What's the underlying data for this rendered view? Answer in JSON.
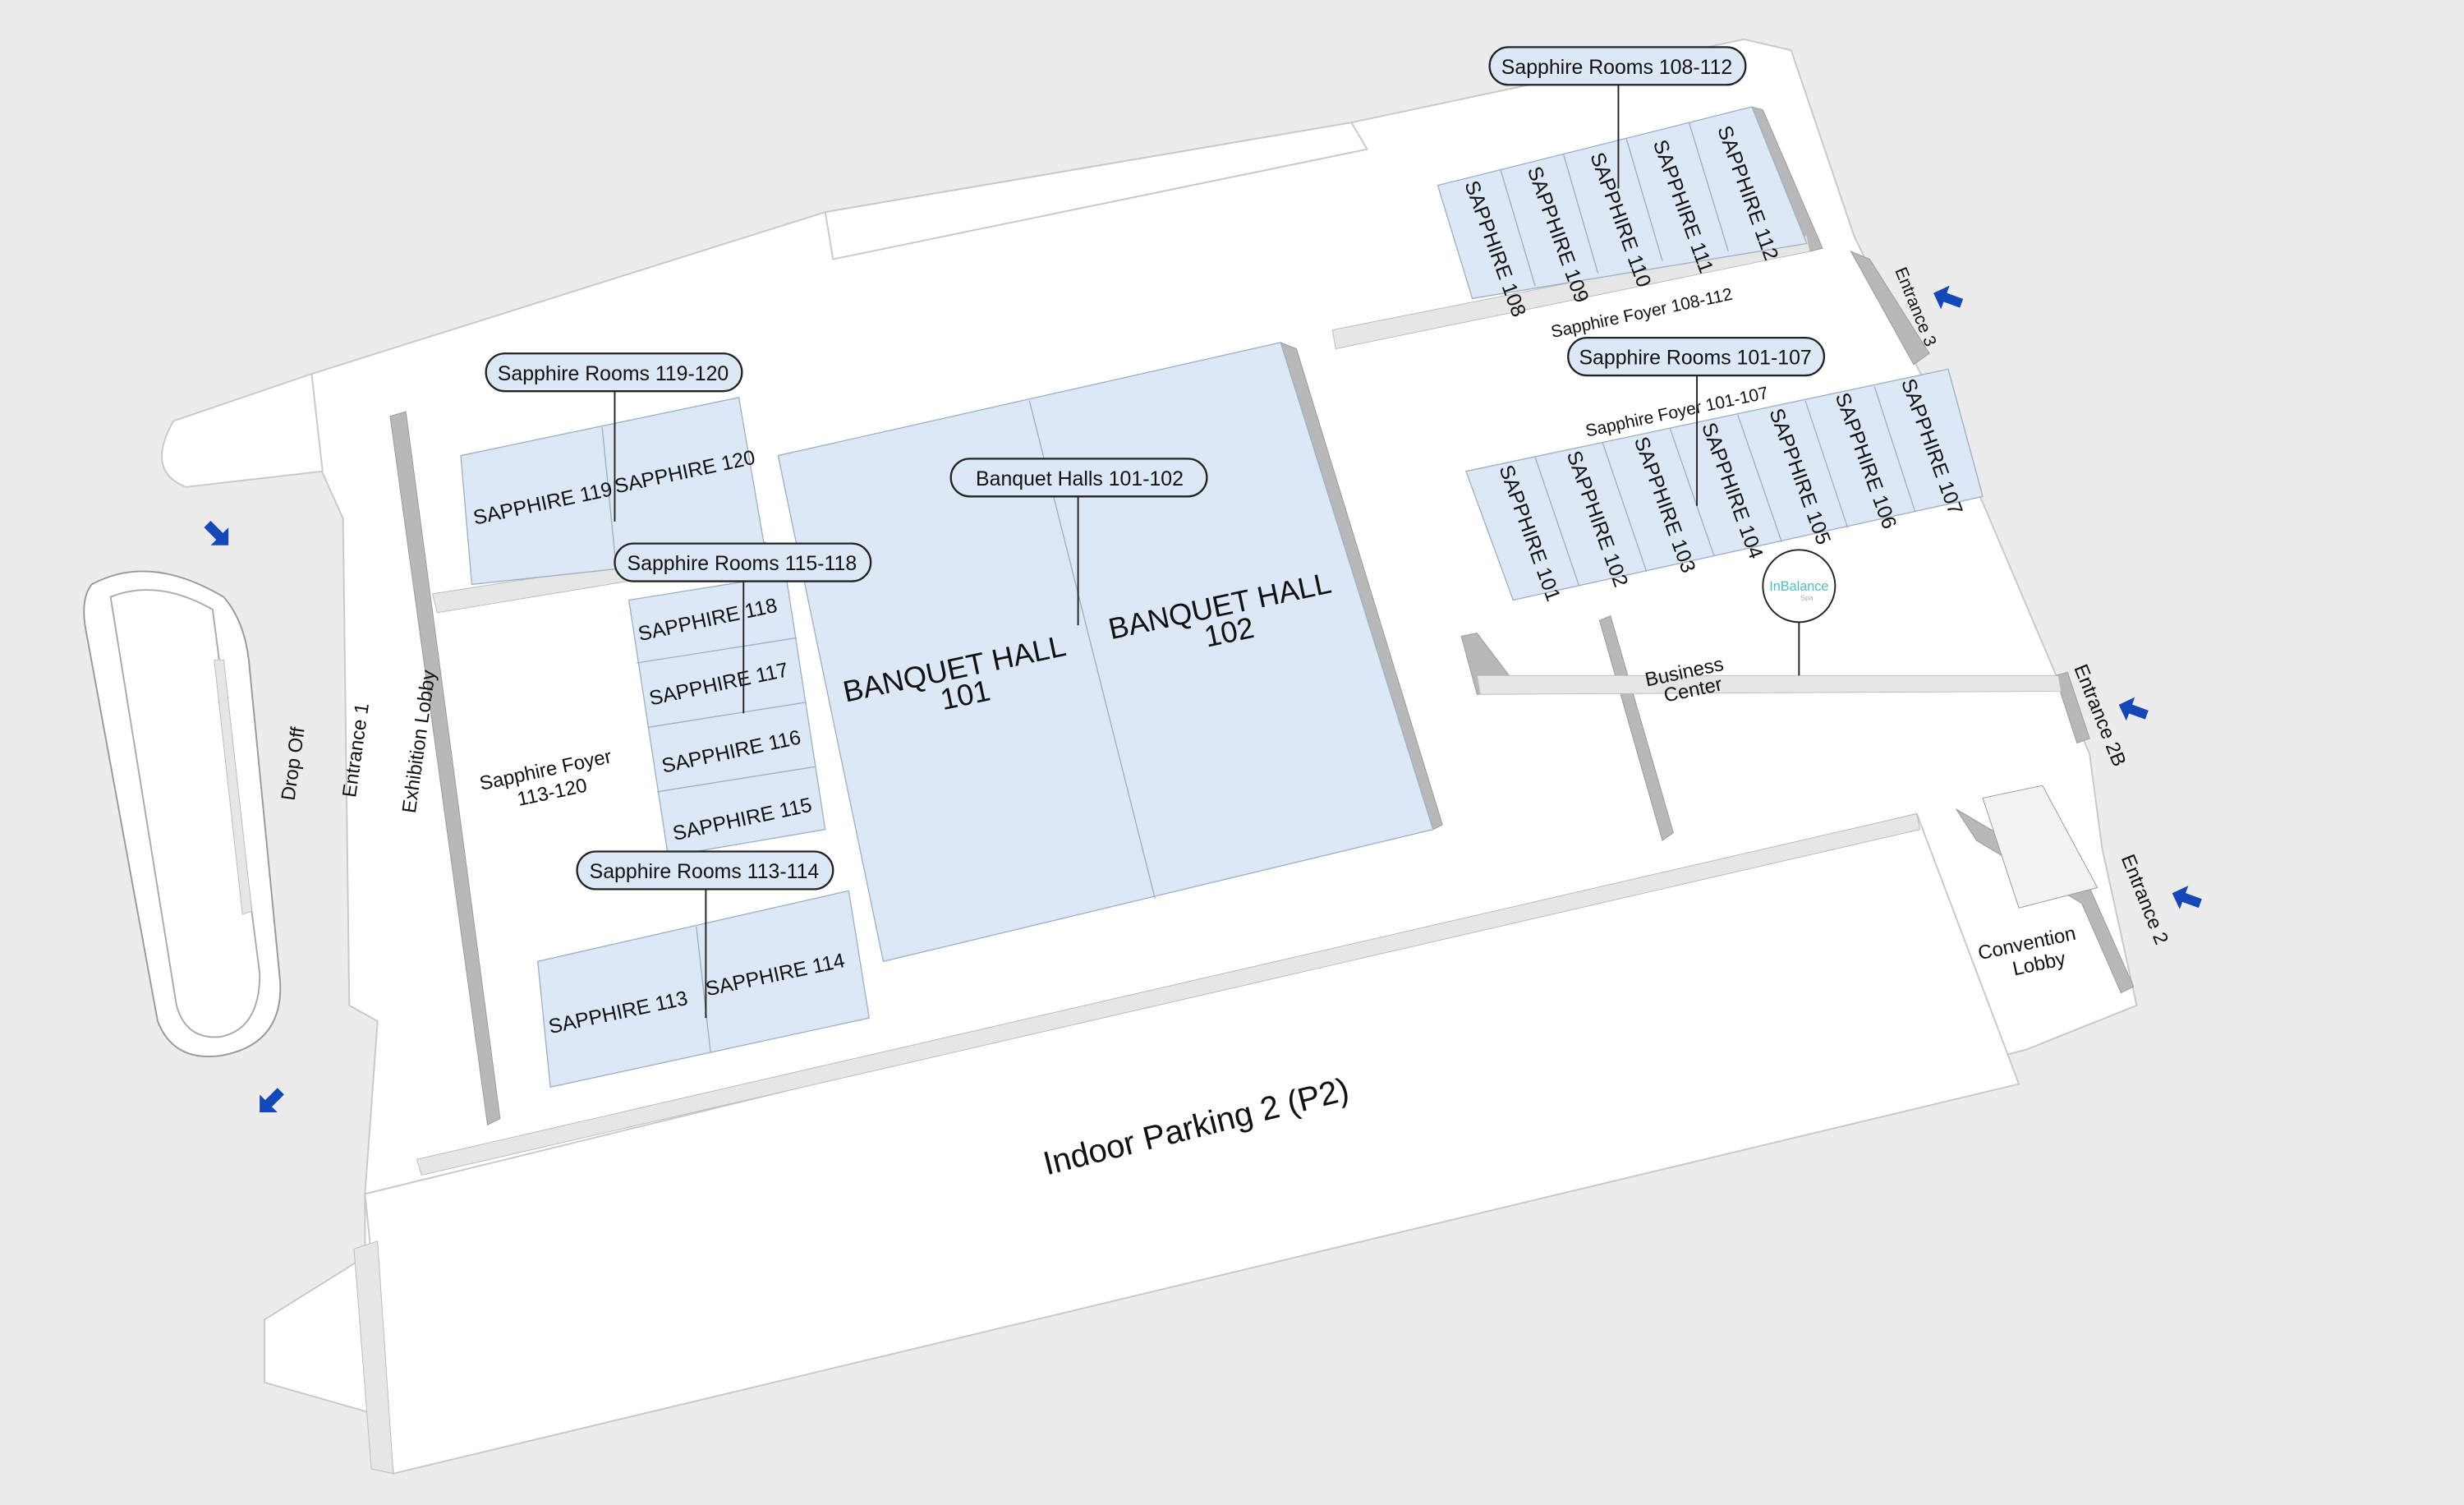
{
  "callouts": {
    "sapphire_108_112": "Sapphire Rooms 108-112",
    "sapphire_101_107": "Sapphire Rooms 101-107",
    "sapphire_119_120": "Sapphire Rooms 119-120",
    "sapphire_115_118": "Sapphire Rooms 115-118",
    "banquet_101_102": "Banquet Halls 101-102",
    "sapphire_113_114": "Sapphire Rooms 113-114"
  },
  "rooms": {
    "s108": "SAPPHIRE 108",
    "s109": "SAPPHIRE 109",
    "s110": "SAPPHIRE 110",
    "s111": "SAPPHIRE 111",
    "s112": "SAPPHIRE 112",
    "s101": "SAPPHIRE 101",
    "s102": "SAPPHIRE 102",
    "s103": "SAPPHIRE 103",
    "s104": "SAPPHIRE 104",
    "s105": "SAPPHIRE 105",
    "s106": "SAPPHIRE 106",
    "s107": "SAPPHIRE 107",
    "s119": "SAPPHIRE 119",
    "s120": "SAPPHIRE 120",
    "s118": "SAPPHIRE 118",
    "s117": "SAPPHIRE 117",
    "s116": "SAPPHIRE 116",
    "s115": "SAPPHIRE 115",
    "s113": "SAPPHIRE 113",
    "s114": "SAPPHIRE 114",
    "bh101_l1": "BANQUET HALL",
    "bh101_l2": "101",
    "bh102_l1": "BANQUET HALL",
    "bh102_l2": "102"
  },
  "areas": {
    "foyer_108_112": "Sapphire Foyer 108-112",
    "foyer_101_107": "Sapphire Foyer 101-107",
    "foyer_113_120_l1": "Sapphire Foyer",
    "foyer_113_120_l2": "113-120",
    "business_l1": "Business",
    "business_l2": "Center",
    "convention_l1": "Convention",
    "convention_l2": "Lobby",
    "exhibition_lobby": "Exhibition Lobby",
    "drop_off": "Drop Off",
    "parking": "Indoor Parking 2 (P2)"
  },
  "entrances": {
    "e1": "Entrance 1",
    "e2": "Entrance 2",
    "e2b": "Entrance 2B",
    "e3": "Entrance 3"
  },
  "logo": {
    "name": "InBalance",
    "sub": "Spa",
    "color": "#4fbfc4"
  }
}
